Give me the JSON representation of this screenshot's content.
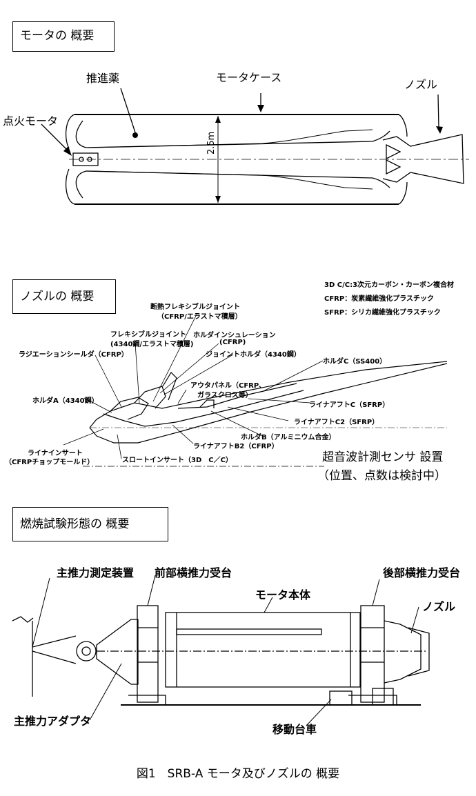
{
  "section1": {
    "title": "モータの 概要",
    "labels": {
      "propellant": "推進薬",
      "case": "モータケース",
      "nozzle": "ノズル",
      "igniter": "点火モータ",
      "diameter": "2.5m"
    }
  },
  "section2": {
    "title": "ノズルの 概要",
    "legend": [
      "3D C/C:3次元カーボン・カーボン複合材",
      "CFRP：炭素繊維強化プラスチック",
      "SFRP：シリカ繊維強化プラスチック"
    ],
    "parts": {
      "p1a": "断熱フレキシブルジョイント",
      "p1b": "（CFRP/エラストマ積層）",
      "p2a": "フレキシブルジョイント",
      "p2b": "(4340鋼/エラストマ積層)",
      "p3a": "ホルダインシュレーション",
      "p3b": "(CFRP)",
      "p4": "ジョイントホルダ（4340鋼）",
      "p5": "ラジエーションシールダ（CFRP）",
      "p6": "ホルダC（SS400）",
      "p7a": "アウタパネル（CFRP、",
      "p7b": "ガラスクロス等）",
      "p8": "ホルダA（4340鋼）",
      "p9": "ライナアフトC（SFRP）",
      "p10": "ライナアフトC2（SFRP）",
      "p11": "ホルダB（アルミニウム合金）",
      "p12": "ライナアフトB2（CFRP）",
      "p13a": "ライナインサート",
      "p13b": "（CFRPチョップモールド）",
      "p14": "スロートインサート（3D　C／C）"
    },
    "ultrasonic_line1": "超音波計測センサ 設置",
    "ultrasonic_line2": "（位置、点数は検討中）"
  },
  "section3": {
    "title": "燃焼試験形態の 概要",
    "labels": {
      "thrust_measure": "主推力測定装置",
      "front_stand": "前部横推力受台",
      "rear_stand": "後部横推力受台",
      "motor_body": "モータ本体",
      "nozzle": "ノズル",
      "adapter": "主推力アダプタ",
      "cart": "移動台車"
    }
  },
  "caption": "図1　SRB-A モータ及びノズルの 概要"
}
